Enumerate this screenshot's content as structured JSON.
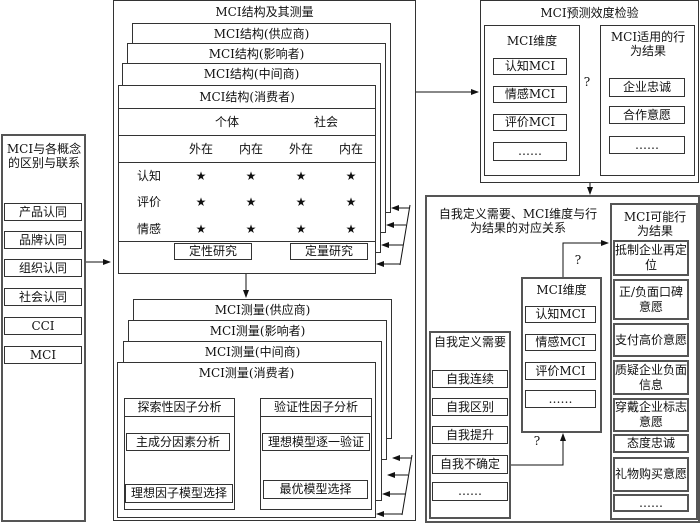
{
  "left": {
    "title": "MCI与各概念的区别与联系",
    "items": [
      "产品认同",
      "品牌认同",
      "组织认同",
      "社会认同",
      "CCI",
      "MCI"
    ]
  },
  "middle": {
    "title": "MCI结构及其测量",
    "structure_layers": [
      "MCI结构(供应商)",
      "MCI结构(影响者)",
      "MCI结构(中间商)",
      "MCI结构(消费者)"
    ],
    "groups": [
      "个体",
      "社会"
    ],
    "subcols": [
      "外在",
      "内在",
      "外在",
      "内在"
    ],
    "rows": [
      {
        "label": "认知",
        "cells": [
          "★",
          "★",
          "★",
          "★"
        ]
      },
      {
        "label": "评价",
        "cells": [
          "★",
          "★",
          "★",
          "★"
        ]
      },
      {
        "label": "情感",
        "cells": [
          "★",
          "★",
          "★",
          "★"
        ]
      }
    ],
    "qualitative": "定性研究",
    "quantitative": "定量研究",
    "measure_layers": [
      "MCI测量(供应商)",
      "MCI测量(影响者)",
      "MCI测量(中间商)",
      "MCI测量(消费者)"
    ],
    "efa": {
      "title": "探索性因子分析",
      "steps": [
        "主成分因素分析",
        "理想因子模型选择"
      ]
    },
    "cfa": {
      "title": "验证性因子分析",
      "steps": [
        "理想模型逐一验证",
        "最优模型选择"
      ]
    }
  },
  "validity": {
    "title": "MCI预测效度检验",
    "dims_title": "MCI维度",
    "dims": [
      "认知MCI",
      "情感MCI",
      "评价MCI",
      "……"
    ],
    "q": "?",
    "outcomes_title": "MCI适用的行为结果",
    "outcomes": [
      "企业忠诚",
      "合作意愿",
      "……"
    ]
  },
  "mapping": {
    "title": "自我定义需要、MCI维度与行为结果的对应关系",
    "needs_title": "自我定义需要",
    "needs": [
      "自我连续",
      "自我区别",
      "自我提升",
      "自我不确定",
      "……"
    ],
    "dims_title": "MCI维度",
    "dims": [
      "认知MCI",
      "情感MCI",
      "评价MCI",
      "……"
    ],
    "q1": "?",
    "q2": "?",
    "outcomes_title": "MCI可能行为结果",
    "outcomes": [
      "抵制企业再定位",
      "正/负面口碑意愿",
      "支付高价意愿",
      "质疑企业负面信息",
      "穿戴企业标志意愿",
      "态度忠诚",
      "礼物购买意愿",
      "……"
    ]
  }
}
